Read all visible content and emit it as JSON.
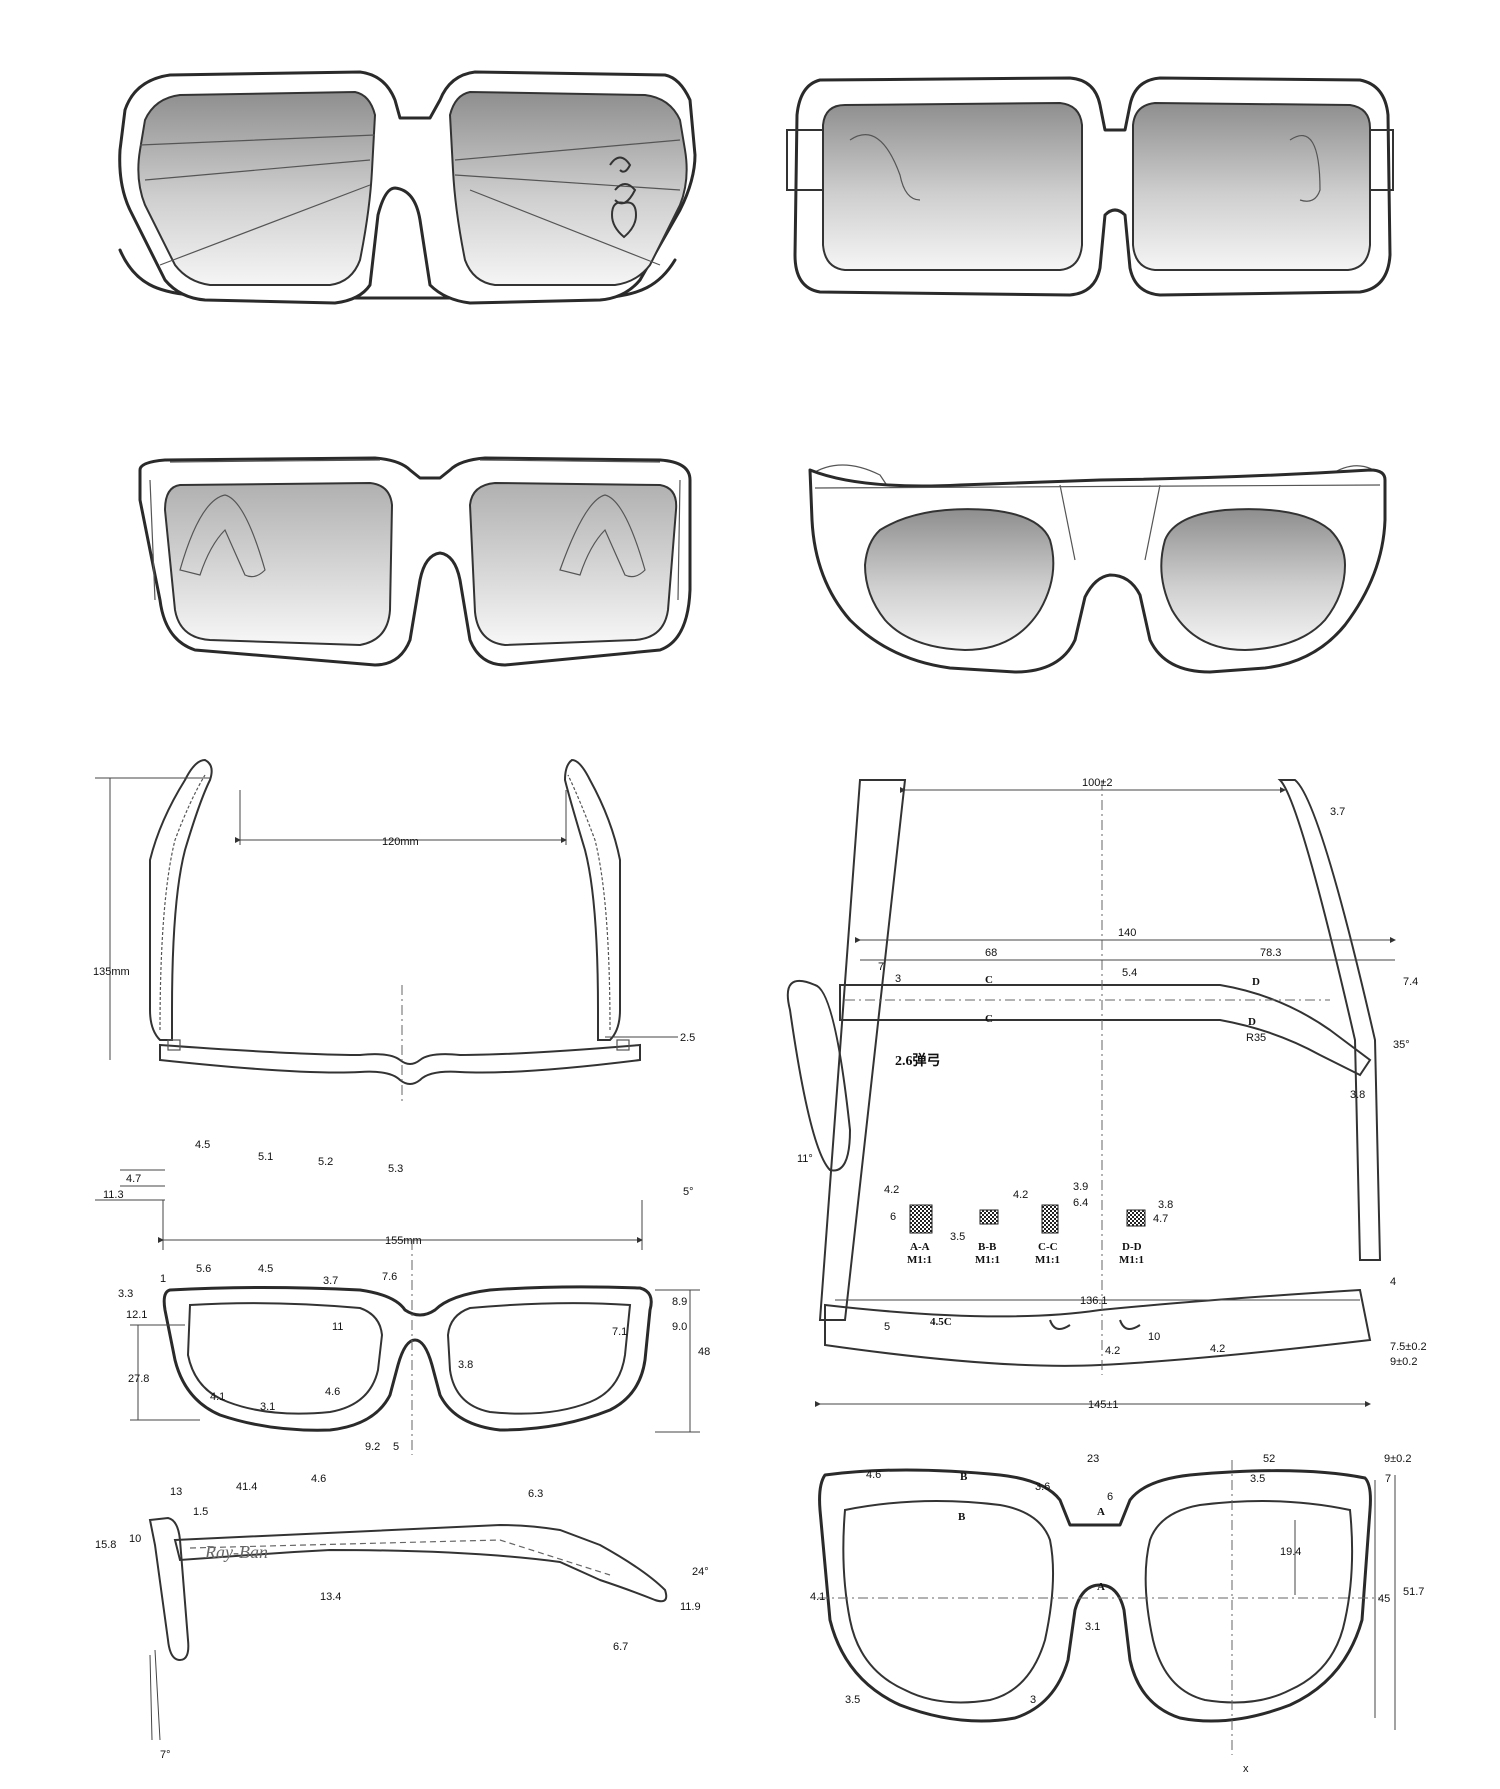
{
  "colors": {
    "line": "#2a2a2a",
    "lens_dark": "#8e8e8e",
    "lens_light": "#f5f5f5",
    "background": "#ffffff"
  },
  "left_top_view": {
    "labels": {
      "temple_gap": "120mm",
      "temple_length": "135mm",
      "temple_thickness": "2.5",
      "hinge": "4.5",
      "rim1": "5.1",
      "rim2": "5.2",
      "bridge": "5.3",
      "h1": "4.7",
      "h2": "11.3",
      "angle": "5°",
      "overall_width": "155mm"
    }
  },
  "left_front_view": {
    "labels": {
      "d1": "1",
      "d3_3": "3.3",
      "d5_6": "5.6",
      "d4_5": "4.5",
      "d3_7": "3.7",
      "d7_6": "7.6",
      "d8_9": "8.9",
      "d12_1": "12.1",
      "d11": "11",
      "d7_1": "7.1",
      "d9_0": "9.0",
      "d48": "48",
      "d27_8": "27.8",
      "d3_8": "3.8",
      "d4_1": "4.1",
      "d3_1": "3.1",
      "d4_6": "4.6",
      "d9_2": "9.2",
      "d5": "5"
    }
  },
  "left_side_view": {
    "labels": {
      "d13": "13",
      "d41_4": "41.4",
      "d4_6": "4.6",
      "d6_3": "6.3",
      "d1_5": "1.5",
      "d15_8": "15.8",
      "d10": "10",
      "d13_4": "13.4",
      "d24": "24°",
      "d11_9": "11.9",
      "d6_7": "6.7",
      "d7deg": "7°"
    },
    "logo": "Ray-Ban"
  },
  "right_top_view": {
    "labels": {
      "temple_gap": "100±2",
      "d3_7": "3.7",
      "d140": "140",
      "d68": "68",
      "d78_3": "78.3",
      "d7": "7",
      "d3": "3",
      "d5_4": "5.4",
      "d7_4": "7.4",
      "d35": "35°",
      "d3_8": "3.8",
      "spring": "2.6弹弓",
      "r35": "R35",
      "angle11": "11°",
      "d4": "4",
      "d136_1": "136.1",
      "d5": "5",
      "d4_5c": "4.5C",
      "d10": "10",
      "d4_2a": "4.2",
      "d4_2b": "4.2",
      "d7_5": "7.5±0.2",
      "d9": "9±0.2",
      "d145": "145±1",
      "sec_c_top": "C",
      "sec_c_bot": "C",
      "sec_d_top": "D",
      "sec_d_bot": "D"
    },
    "sections": [
      {
        "name": "A-A",
        "scale": "M1:1",
        "dims": [
          "4.2",
          "6"
        ]
      },
      {
        "name": "B-B",
        "scale": "M1:1",
        "dims": [
          "3.5"
        ]
      },
      {
        "name": "C-C",
        "scale": "M1:1",
        "dims": [
          "3.9",
          "4.2",
          "6.4"
        ]
      },
      {
        "name": "D-D",
        "scale": "M1:1",
        "dims": [
          "3.8",
          "4.7"
        ]
      }
    ]
  },
  "right_front_view": {
    "labels": {
      "d23": "23",
      "d52": "52",
      "d9": "9±0.2",
      "d4_6": "4.6",
      "d3_6": "3.6",
      "d6": "6",
      "d3_5a": "3.5",
      "d7": "7",
      "d19_4": "19.4",
      "d4_1": "4.1",
      "d45": "45",
      "d51_7": "51.7",
      "d3_1": "3.1",
      "d3_5b": "3.5",
      "d3": "3",
      "sec_b_top": "B",
      "sec_b_bot": "B",
      "sec_a_top": "A",
      "sec_a_bot": "A",
      "bottom_mark": "x"
    }
  }
}
